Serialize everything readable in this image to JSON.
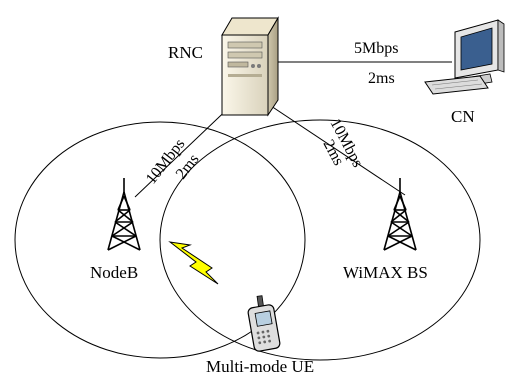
{
  "diagram": {
    "nodes": {
      "rnc": {
        "label": "RNC",
        "icon": "server-icon"
      },
      "cn": {
        "label": "CN",
        "icon": "desktop-computer-icon"
      },
      "nodeb": {
        "label": "NodeB",
        "icon": "cell-tower-icon"
      },
      "wimax": {
        "label": "WiMAX BS",
        "icon": "cell-tower-icon"
      },
      "ue": {
        "label": "Multi-mode UE",
        "icon": "mobile-phone-icon"
      }
    },
    "links": {
      "rnc_cn": {
        "bandwidth": "5Mbps",
        "delay": "2ms"
      },
      "rnc_nodeb": {
        "bandwidth": "10Mbps",
        "delay": "2ms"
      },
      "rnc_wimax": {
        "bandwidth": "10Mbps",
        "delay": "2ms"
      }
    },
    "wireless_icon": "lightning-bolt-icon",
    "colors": {
      "lightning": "#ffff00",
      "server": "#f0ead6",
      "line": "#000000"
    }
  }
}
